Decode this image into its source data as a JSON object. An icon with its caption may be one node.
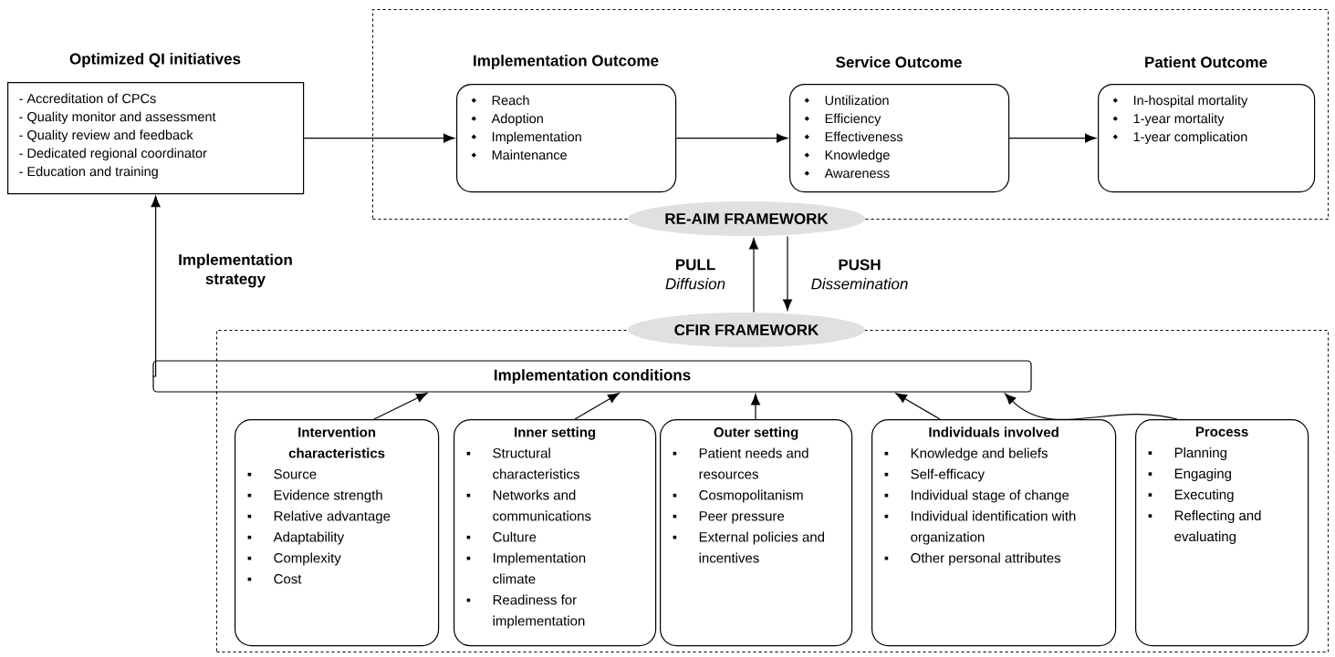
{
  "diagram": {
    "nodes": [
      {
        "text": [
          "Optimized QI initiatives",
          "- Accreditation of CPCs",
          "- Quality monitor and assessment",
          "- Quality review and feedback",
          "- Dedicated regional coordinator",
          "- Education and training"
        ]
      },
      {
        "text": [],
        "shape": "box"
      },
      {
        "text": [
          "RE-AIM FRAMEWORK"
        ]
      },
      {
        "text": [
          "Implementation Outcome",
          "Reach",
          "Adoption",
          "Implementation",
          "Maintenance"
        ],
        "in": 1
      },
      {
        "text": [
          "Service Outcome",
          "Untilization",
          "Efficiency",
          "Effectiveness",
          "Knowledge",
          "Awareness"
        ],
        "in": 1
      },
      {
        "text": [
          "Patient Outcome",
          "In-hospital mortality",
          "1-year mortality",
          "1-year complication"
        ],
        "in": 1
      },
      {
        "text": [],
        "shape": "box"
      },
      {
        "text": [
          "CFIR FRAMEWORK"
        ]
      },
      {
        "text": [
          "Implementation conditions"
        ],
        "in": 6
      },
      {
        "text": [
          "Intervention characteristics",
          "Source",
          "Evidence strength",
          "Relative advantage",
          "Adaptability",
          "Complexity",
          "Cost"
        ],
        "in": 6
      },
      {
        "text": [
          "Inner setting",
          "Structural characteristics",
          "Networks and communications",
          "Culture",
          "Implementation climate",
          "Readiness for implementation"
        ],
        "in": 6
      },
      {
        "text": [
          "Outer setting",
          "Patient needs and resources",
          "Cosmopolitanism",
          "Peer pressure",
          "External policies and incentives"
        ],
        "in": 6
      },
      {
        "text": [
          "Individuals involved",
          "Knowledge and beliefs",
          "Self-efficacy",
          "Individual stage of change",
          "Individual identification with organization",
          "Other personal attributes"
        ],
        "in": 6
      },
      {
        "text": [
          "Process",
          "Planning",
          "Engaging",
          "Executing",
          "Reflecting and evaluating"
        ],
        "in": 6
      }
    ],
    "edges": [
      {
        "from": 0,
        "to": 3,
        "arrow": "to"
      },
      {
        "from": 3,
        "to": 4,
        "arrow": "to"
      },
      {
        "from": 4,
        "to": 5,
        "arrow": "to"
      },
      {
        "from": 7,
        "to": 2,
        "arrow": "to",
        "label": "**PULL** *Diffusion*"
      },
      {
        "from": 2,
        "to": 7,
        "arrow": "to",
        "label": "**PUSH** *Dissemination*"
      },
      {
        "from": 8,
        "to": 0,
        "arrow": "to",
        "label": "Implementation strategy"
      },
      {
        "from": 9,
        "to": 8,
        "arrow": "to"
      },
      {
        "from": 10,
        "to": 8,
        "arrow": "to"
      },
      {
        "from": 11,
        "to": 8,
        "arrow": "to"
      },
      {
        "from": 12,
        "to": 8,
        "arrow": "to"
      },
      {
        "from": 13,
        "to": 8,
        "arrow": "to"
      }
    ]
  }
}
